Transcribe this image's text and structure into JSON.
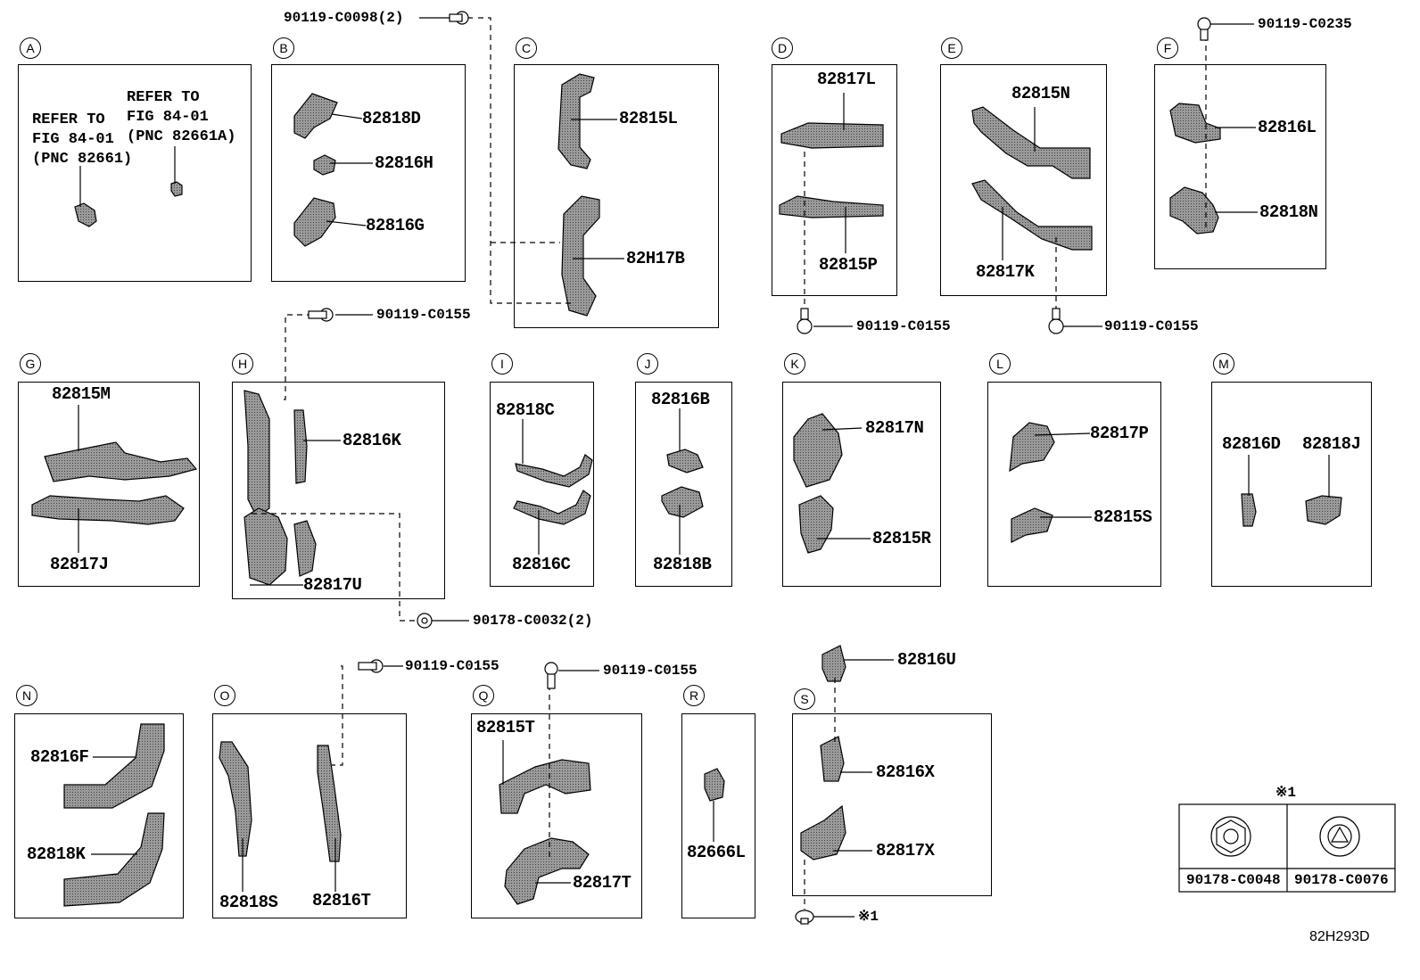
{
  "sections": {
    "A": {
      "letter": "A",
      "ref1": [
        "REFER TO",
        "FIG 84-01",
        "(PNC 82661)"
      ],
      "ref2": [
        "REFER TO",
        "FIG 84-01",
        "(PNC 82661A)"
      ]
    },
    "B": {
      "letter": "B",
      "parts": [
        "82818D",
        "82816H",
        "82816G"
      ]
    },
    "C": {
      "letter": "C",
      "parts": [
        "82815L",
        "82H17B"
      ]
    },
    "D": {
      "letter": "D",
      "parts": [
        "82817L",
        "82815P"
      ]
    },
    "E": {
      "letter": "E",
      "parts": [
        "82815N",
        "82817K"
      ]
    },
    "F": {
      "letter": "F",
      "parts": [
        "82816L",
        "82818N"
      ]
    },
    "G": {
      "letter": "G",
      "parts": [
        "82815M",
        "82817J"
      ]
    },
    "H": {
      "letter": "H",
      "parts": [
        "82816K",
        "82817U"
      ]
    },
    "I": {
      "letter": "I",
      "parts": [
        "82818C",
        "82816C"
      ]
    },
    "J": {
      "letter": "J",
      "parts": [
        "82816B",
        "82818B"
      ]
    },
    "K": {
      "letter": "K",
      "parts": [
        "82817N",
        "82815R"
      ]
    },
    "L": {
      "letter": "L",
      "parts": [
        "82817P",
        "82815S"
      ]
    },
    "M": {
      "letter": "M",
      "parts": [
        "82816D",
        "82818J"
      ]
    },
    "N": {
      "letter": "N",
      "parts": [
        "82816F",
        "82818K"
      ]
    },
    "O": {
      "letter": "O",
      "parts": [
        "82818S",
        "82816T"
      ]
    },
    "Q": {
      "letter": "Q",
      "parts": [
        "82815T",
        "82817T"
      ]
    },
    "R": {
      "letter": "R",
      "parts": [
        "82666L"
      ]
    },
    "S": {
      "letter": "S",
      "parts": [
        "82816U",
        "82816X",
        "82817X"
      ]
    }
  },
  "fasteners": {
    "f1": "90119-C0098(2)",
    "f2": "90119-C0235",
    "f3": "90119-C0155",
    "f4": "90119-C0155",
    "f5": "90119-C0155",
    "f6": "90178-C0032(2)",
    "f7": "90119-C0155",
    "f8": "90119-C0155",
    "f9": "※1"
  },
  "legend": {
    "title": "※1",
    "part1": "90178-C0048",
    "part2": "90178-C0076"
  },
  "diagram_code": "82H293D"
}
